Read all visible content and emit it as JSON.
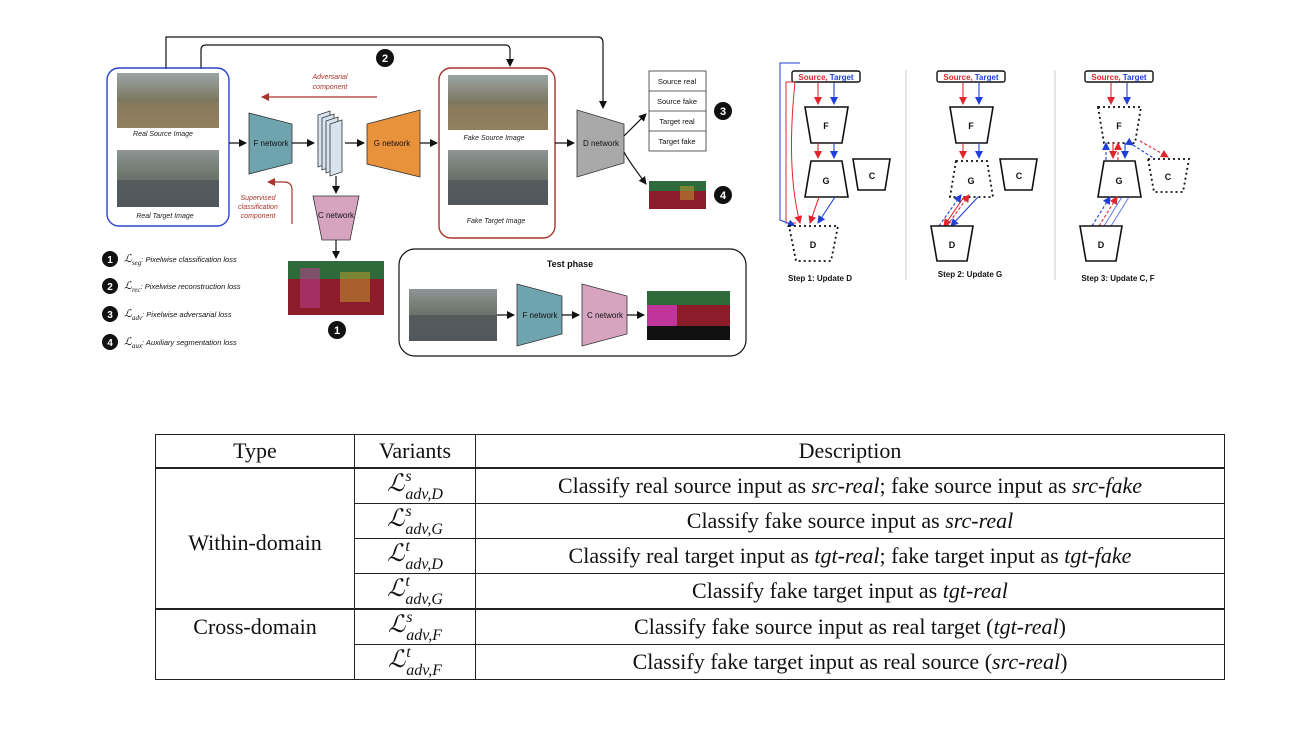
{
  "diagram": {
    "nodes": {
      "f_network": "F network",
      "g_network": "G network",
      "c_network": "C network",
      "d_network": "D network"
    },
    "labels": {
      "real_source_image": "Real Source Image",
      "real_target_image": "Real Target Image",
      "fake_source_image": "Fake Source Image",
      "fake_target_image": "Fake Target Image",
      "adversarial_component": [
        "Adversarial",
        "component"
      ],
      "supervised_component": [
        "Supervised",
        "classification",
        "component"
      ]
    },
    "d_outputs": [
      "Source real",
      "Source fake",
      "Target real",
      "Target fake"
    ],
    "markers": [
      "1",
      "2",
      "3",
      "4"
    ],
    "legend": [
      {
        "num": "1",
        "sym": "ℒ",
        "sub": "seg",
        "text": ": Pixelwise classification loss"
      },
      {
        "num": "2",
        "sym": "ℒ",
        "sub": "rec",
        "text": ": Pixelwise reconstruction loss"
      },
      {
        "num": "3",
        "sym": "ℒ",
        "sub": "adv",
        "text": ": Pixelwise adversarial loss"
      },
      {
        "num": "4",
        "sym": "ℒ",
        "sub": "aux",
        "text": ": Auxiliary segmentation loss"
      }
    ],
    "test_phase": {
      "title": "Test phase",
      "f_network": "F network",
      "c_network": "C network"
    },
    "steps": {
      "input_label_source": "Source,",
      "input_label_target": "Target",
      "nodes": [
        "F",
        "G",
        "C",
        "D"
      ],
      "captions": [
        "Step 1: Update D",
        "Step 2: Update G",
        "Step 3:  Update C, F"
      ]
    },
    "colors": {
      "f_network": "#6fa3ae",
      "g_network": "#e8923c",
      "c_network": "#d6a4bf",
      "d_network": "#a9a9a9",
      "source_arrow": "#e0262c",
      "target_arrow": "#1f3fd8",
      "blue_frame": "#2a45c7",
      "red_frame": "#a8342b",
      "annotation_red": "#a8342b"
    }
  },
  "table": {
    "headers": [
      "Type",
      "Variants",
      "Description"
    ],
    "groups": [
      {
        "type": "Within-domain",
        "rows": [
          {
            "sup": "s",
            "sub": "adv,D",
            "desc": [
              [
                "Classify real source input as ",
                false
              ],
              [
                "src-real",
                true
              ],
              [
                "; fake source input as ",
                false
              ],
              [
                "src-fake",
                true
              ]
            ]
          },
          {
            "sup": "s",
            "sub": "adv,G",
            "desc": [
              [
                "Classify fake source input as ",
                false
              ],
              [
                "src-real",
                true
              ]
            ]
          },
          {
            "sup": "t",
            "sub": "adv,D",
            "desc": [
              [
                "Classify real target input as ",
                false
              ],
              [
                "tgt-real",
                true
              ],
              [
                "; fake target input as ",
                false
              ],
              [
                "tgt-fake",
                true
              ]
            ]
          },
          {
            "sup": "t",
            "sub": "adv,G",
            "desc": [
              [
                "Classify fake target input as ",
                false
              ],
              [
                "tgt-real",
                true
              ]
            ]
          }
        ]
      },
      {
        "type": "Cross-domain",
        "rows": [
          {
            "sup": "s",
            "sub": "adv,F",
            "desc": [
              [
                "Classify fake source input as real target (",
                false
              ],
              [
                "tgt-real",
                true
              ],
              [
                ")",
                false
              ]
            ]
          },
          {
            "sup": "t",
            "sub": "adv,F",
            "desc": [
              [
                "Classify fake target input as real source (",
                false
              ],
              [
                "src-real",
                true
              ],
              [
                ")",
                false
              ]
            ]
          }
        ]
      }
    ],
    "math_symbol": "ℒ"
  }
}
